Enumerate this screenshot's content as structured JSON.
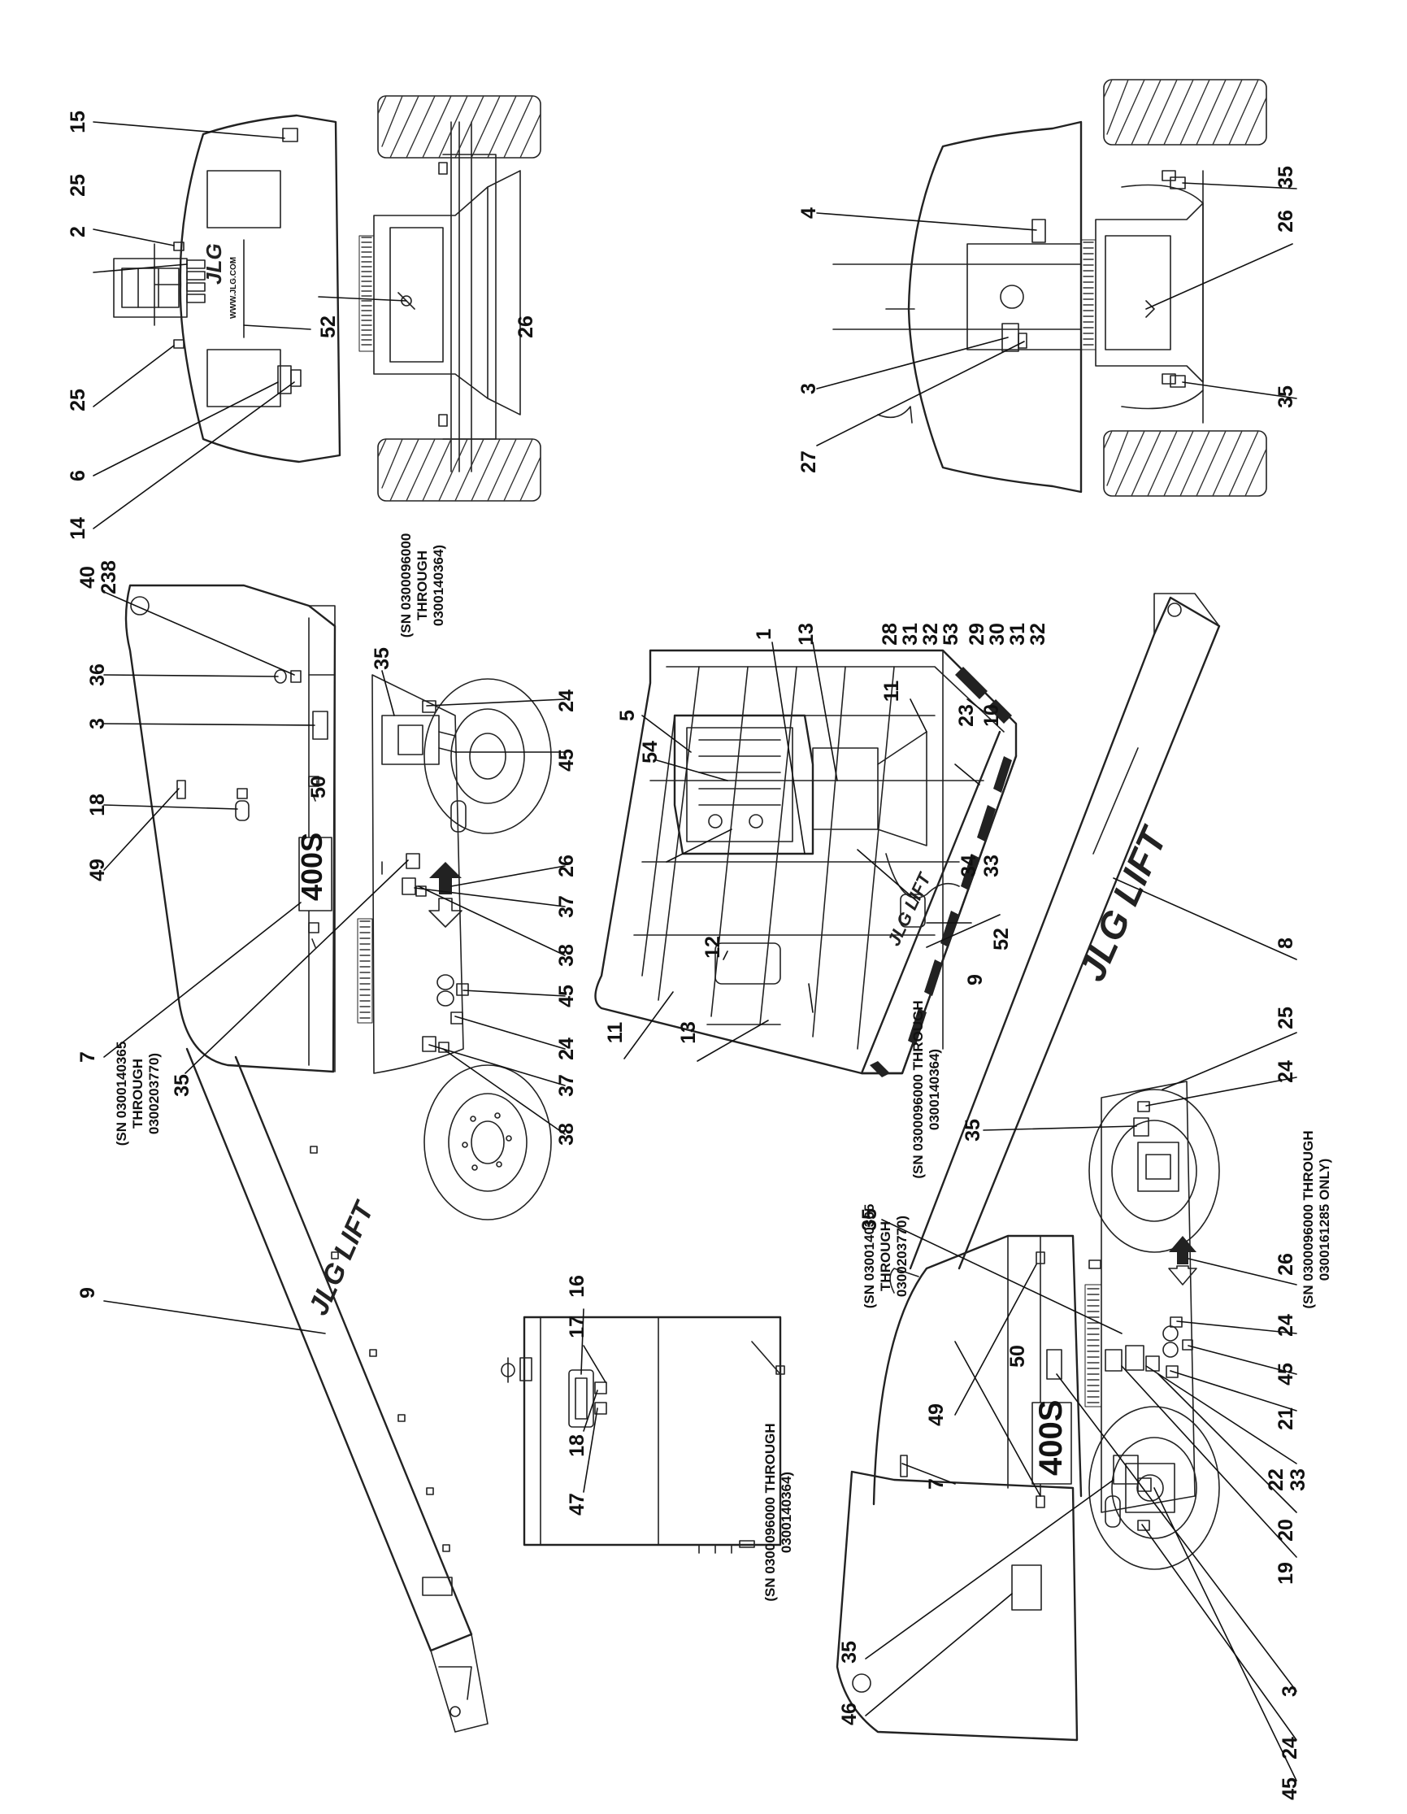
{
  "labels": {
    "l15": "15",
    "l25a": "25",
    "l2": "2",
    "l25b": "25",
    "l6": "6",
    "l14": "14",
    "l52a": "52",
    "l26a": "26",
    "l4": "4",
    "l3a": "3",
    "l27": "27",
    "l35a": "35",
    "l26b": "26",
    "l35b": "35",
    "l40": "40",
    "l238": "238",
    "l36": "36",
    "l3b": "3",
    "l18a": "18",
    "l49a": "49",
    "l50a": "50",
    "l35c": "35",
    "l24a": "24",
    "l45a": "45",
    "l26c": "26",
    "l37a": "37",
    "l38a": "38",
    "l45b": "45",
    "l24b": "24",
    "l37b": "37",
    "l38b": "38",
    "l7a": "7",
    "l35d": "35",
    "l9a": "9",
    "l5": "5",
    "l54": "54",
    "l1": "1",
    "l13a": "13",
    "l11a": "11",
    "l23": "23",
    "l10": "10",
    "l28": "28",
    "l31a": "31",
    "l32a": "32",
    "l53": "53",
    "l29": "29",
    "l30": "30",
    "l31b": "31",
    "l32b": "32",
    "l34": "34",
    "l33a": "33",
    "l52b": "52",
    "l9b": "9",
    "l12": "12",
    "l13b": "13",
    "l11b": "11",
    "l16": "16",
    "l17": "17",
    "l18b": "18",
    "l47": "47",
    "l8": "8",
    "l25c": "25",
    "l24c": "24",
    "l35e": "35",
    "l26d": "26",
    "l24d": "24",
    "l45c": "45",
    "l50b": "50",
    "l49b": "49",
    "l21": "21",
    "l22": "22",
    "l33b": "33",
    "l20": "20",
    "l19": "19",
    "l7b": "7",
    "l3c": "3",
    "l24e": "24",
    "l45d": "45",
    "l35f": "35",
    "l35g": "35",
    "l46": "46"
  },
  "notes": {
    "sn_a": {
      "l1": "(SN 0300096000",
      "l2": "THROUGH",
      "l3": "0300140364)"
    },
    "sn_b": {
      "l1": "(SN 0300140365",
      "l2": "THROUGH",
      "l3": "0300203770)"
    },
    "sn_c": {
      "l1": "(SN 0300096000 THROUGH",
      "l2": "0300140364)"
    },
    "sn_d": {
      "l1": "(SN 0300140365",
      "l2": "THROUGH",
      "l3": "0300203770)"
    },
    "sn_e": {
      "l1": "(SN 0300096000 THROUGH",
      "l2": "0300161285 ONLY)"
    },
    "sn_f": {
      "l1": "(SN 0300096000 THROUGH",
      "l2": "0300140364)"
    }
  },
  "decals": {
    "logo": "JLG LIFT",
    "logo_short": "JLG",
    "website": "WWW.JLG.COM",
    "model": "400S"
  }
}
